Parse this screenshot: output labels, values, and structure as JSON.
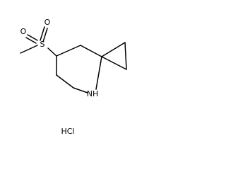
{
  "structure": {
    "atoms": {
      "sulfur": "S",
      "oxygen_top": "O",
      "oxygen_left": "O",
      "nitrogen": "NH"
    },
    "salt": "HCl"
  }
}
